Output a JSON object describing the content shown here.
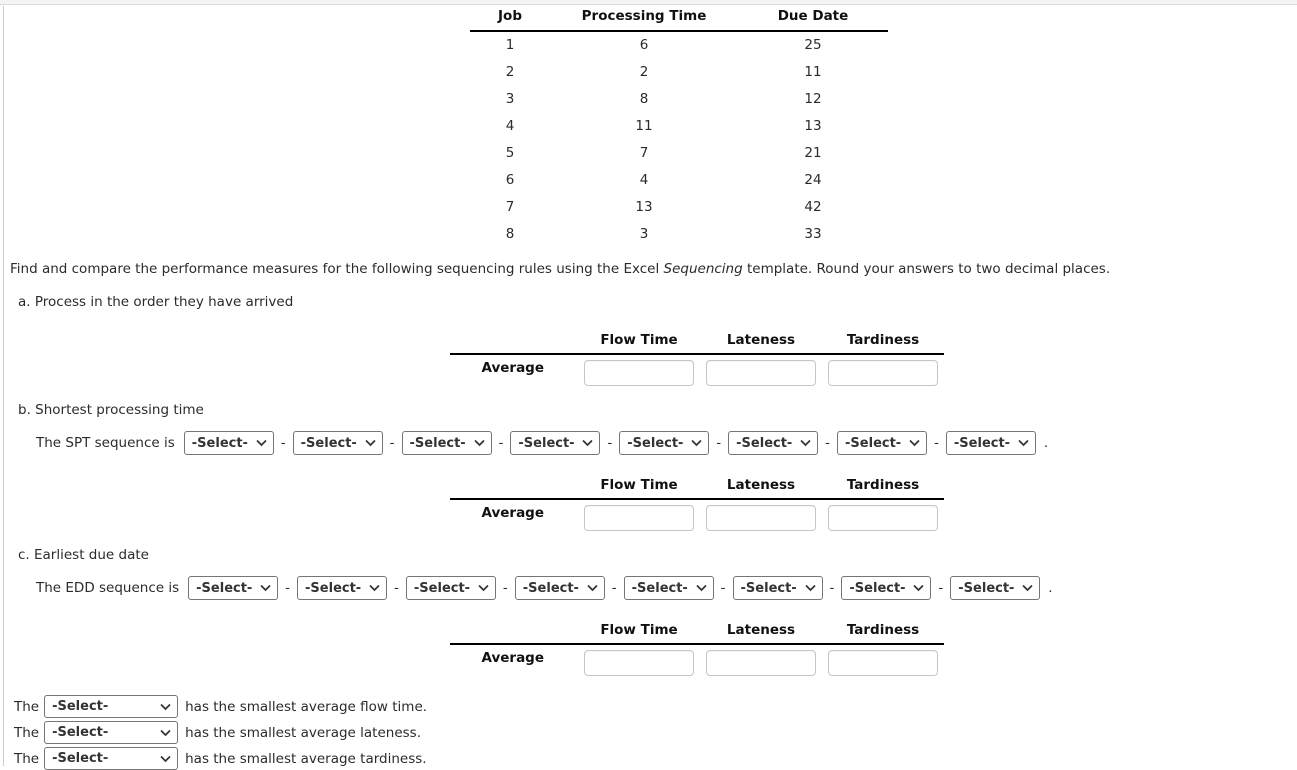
{
  "jobs_table": {
    "headers": [
      "Job",
      "Processing Time",
      "Due Date"
    ],
    "rows": [
      [
        "1",
        "6",
        "25"
      ],
      [
        "2",
        "2",
        "11"
      ],
      [
        "3",
        "8",
        "12"
      ],
      [
        "4",
        "11",
        "13"
      ],
      [
        "5",
        "7",
        "21"
      ],
      [
        "6",
        "4",
        "24"
      ],
      [
        "7",
        "13",
        "42"
      ],
      [
        "8",
        "3",
        "33"
      ]
    ]
  },
  "intro": {
    "prefix": "Find and compare the performance measures for the following sequencing rules using the Excel ",
    "italic": "Sequencing",
    "suffix": " template. Round your answers to two decimal places."
  },
  "sections": {
    "a": {
      "title": "a. Process in the order they have arrived"
    },
    "b": {
      "title": "b. Shortest processing time",
      "sequence_prefix": "The SPT sequence is",
      "sequence_end": "."
    },
    "c": {
      "title": "c. Earliest due date",
      "sequence_prefix": "The EDD sequence is",
      "sequence_end": "."
    }
  },
  "results_table": {
    "headers": [
      "Flow Time",
      "Lateness",
      "Tardiness"
    ],
    "row_label": "Average",
    "values": [
      "",
      "",
      ""
    ]
  },
  "select": {
    "placeholder": "-Select-",
    "separator": "-"
  },
  "statements": [
    {
      "prefix": "The",
      "select": "-Select-",
      "suffix": "has the smallest average flow time."
    },
    {
      "prefix": "The",
      "select": "-Select-",
      "suffix": "has the smallest average lateness."
    },
    {
      "prefix": "The",
      "select": "-Select-",
      "suffix": "has the smallest average tardiness."
    }
  ],
  "colors": {
    "table_rule": "#000000",
    "select_border": "#757575",
    "input_border": "#c6c6c6"
  }
}
